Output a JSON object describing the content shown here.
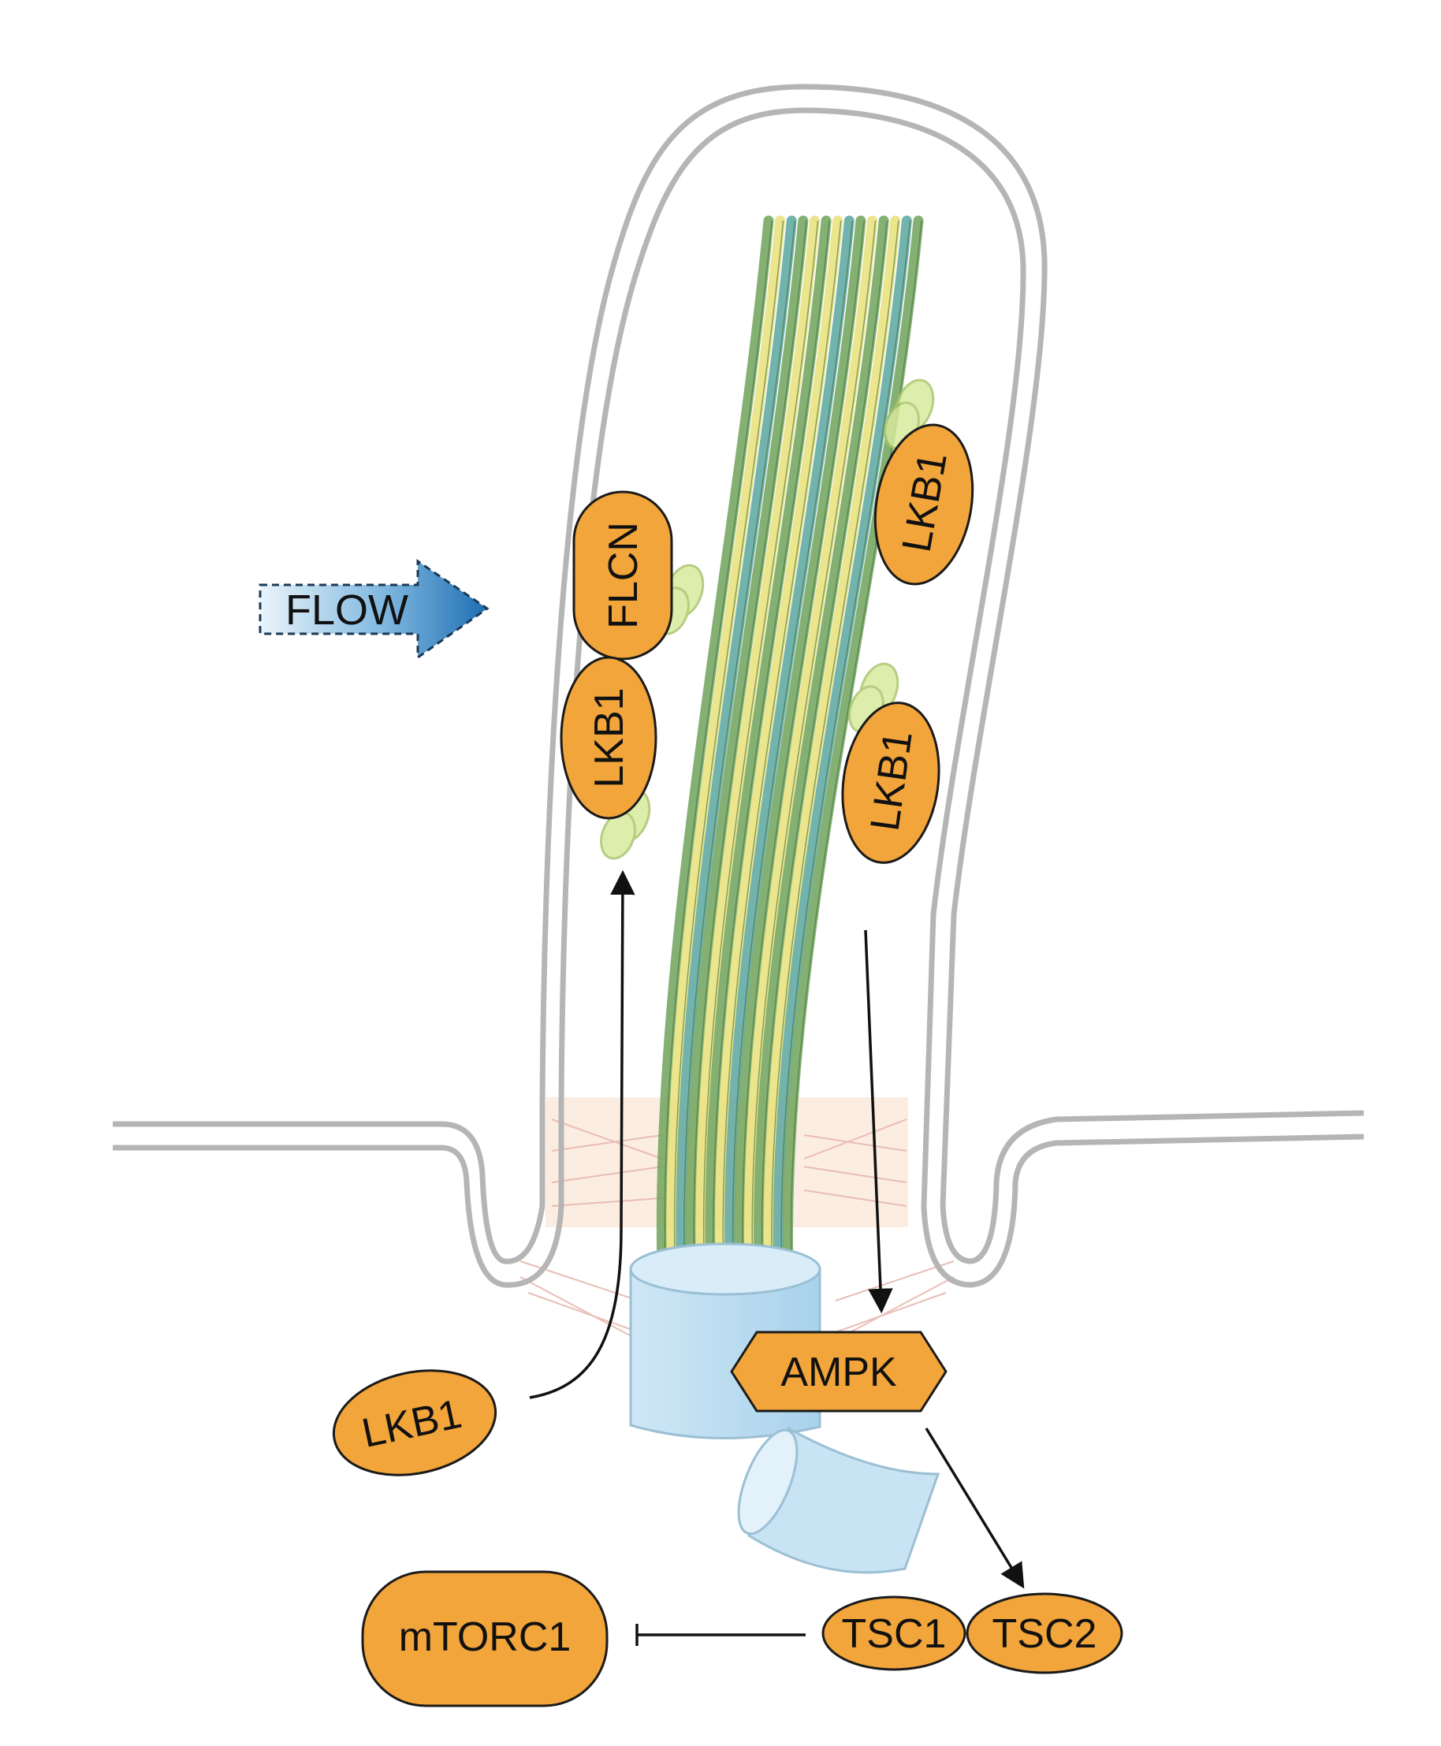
{
  "flow_label": "FLOW",
  "colors": {
    "protein_fill": "#F2A53A",
    "protein_stroke": "#1a1a1a",
    "membrane": "#b5b5b5",
    "basal_body": "#bfe0f2",
    "flow_arrow": "#2e7fc1",
    "filament_green": "#6fa35a",
    "filament_yellow": "#e8e07a",
    "filament_teal": "#5aa6a0",
    "transition_zone": "#f7d9c4"
  },
  "nodes": {
    "flcn": "FLCN",
    "lkb1_cilium_left": "LKB1",
    "lkb1_cilium_right_upper": "LKB1",
    "lkb1_cilium_right_lower": "LKB1",
    "lkb1_cytoplasm": "LKB1",
    "ampk": "AMPK",
    "tsc1": "TSC1",
    "tsc2": "TSC2",
    "mtorc1": "mTORC1"
  },
  "edges": [
    {
      "from": "lkb1_cytoplasm",
      "to": "lkb1_cilium_left",
      "type": "activation"
    },
    {
      "from": "lkb1_cilium_right_lower",
      "to": "ampk",
      "type": "activation"
    },
    {
      "from": "ampk",
      "to": "tsc1_tsc2",
      "type": "activation"
    },
    {
      "from": "tsc1_tsc2",
      "to": "mtorc1",
      "type": "inhibition"
    }
  ]
}
